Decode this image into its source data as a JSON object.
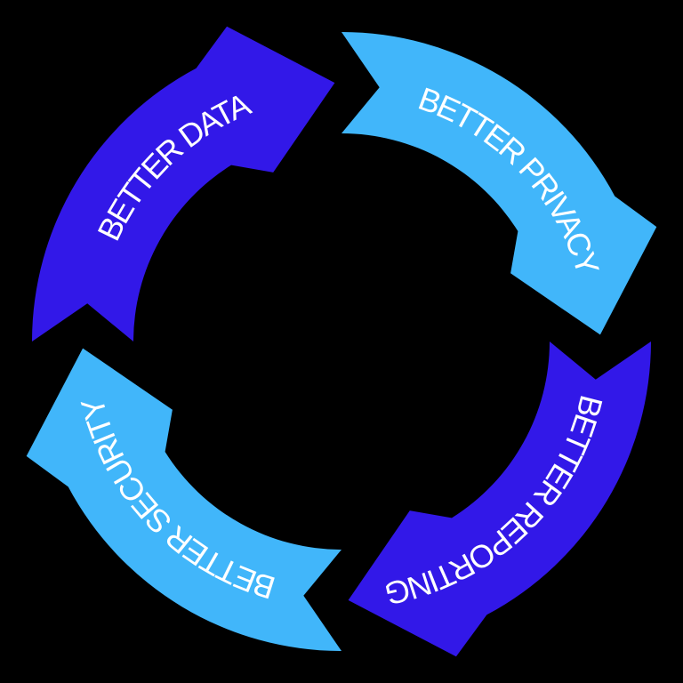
{
  "page": {
    "background_color": "#000000",
    "title": "Cycle diagram"
  },
  "diagram": {
    "type": "cycle",
    "direction": "clockwise",
    "text_color": "#ffffff",
    "steps": [
      {
        "id": "better-data",
        "label": "BETTER DATA",
        "color": "#3218e8",
        "position": "top-left"
      },
      {
        "id": "better-privacy",
        "label": "BETTER PRIVACY",
        "color": "#41b6fa",
        "position": "top-right"
      },
      {
        "id": "better-reporting",
        "label": "BETTER REPORTING",
        "color": "#3218e8",
        "position": "bottom-right"
      },
      {
        "id": "better-security",
        "label": "BETTER SECURITY",
        "color": "#41b6fa",
        "position": "bottom-left"
      }
    ]
  }
}
